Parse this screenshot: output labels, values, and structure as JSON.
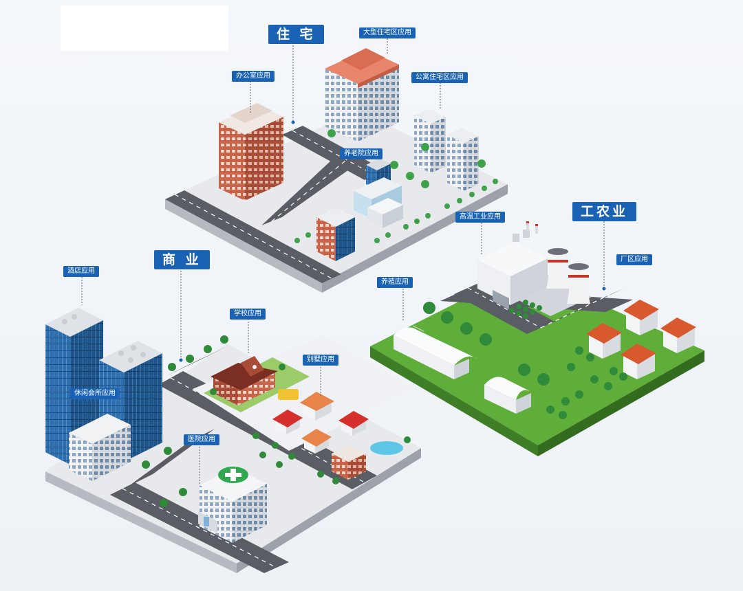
{
  "sections": {
    "residential": "住 宅",
    "commercial": "商 业",
    "industrial": "工农业"
  },
  "labels": {
    "large_residential": "大型住宅区应用",
    "office": "办公室应用",
    "apartment": "公寓住宅区应用",
    "nursing_home": "养老院应用",
    "high_temp_industry": "高温工业应用",
    "factory": "厂区应用",
    "breeding": "养殖应用",
    "hotel": "酒店应用",
    "school": "学校应用",
    "villa": "别墅应用",
    "leisure_club": "休闲会所应用",
    "hospital": "医院应用"
  },
  "colors": {
    "label_bg": "#1a63b4",
    "road": "#5a5d63",
    "pavement": "#e7e9ed",
    "grass": "#5fae3a",
    "tree": "#3fa24a",
    "brick": "#c9634a",
    "roof": "#e8856b",
    "glass": "#2d6fae"
  },
  "icons": [
    "medical-cross-icon"
  ]
}
